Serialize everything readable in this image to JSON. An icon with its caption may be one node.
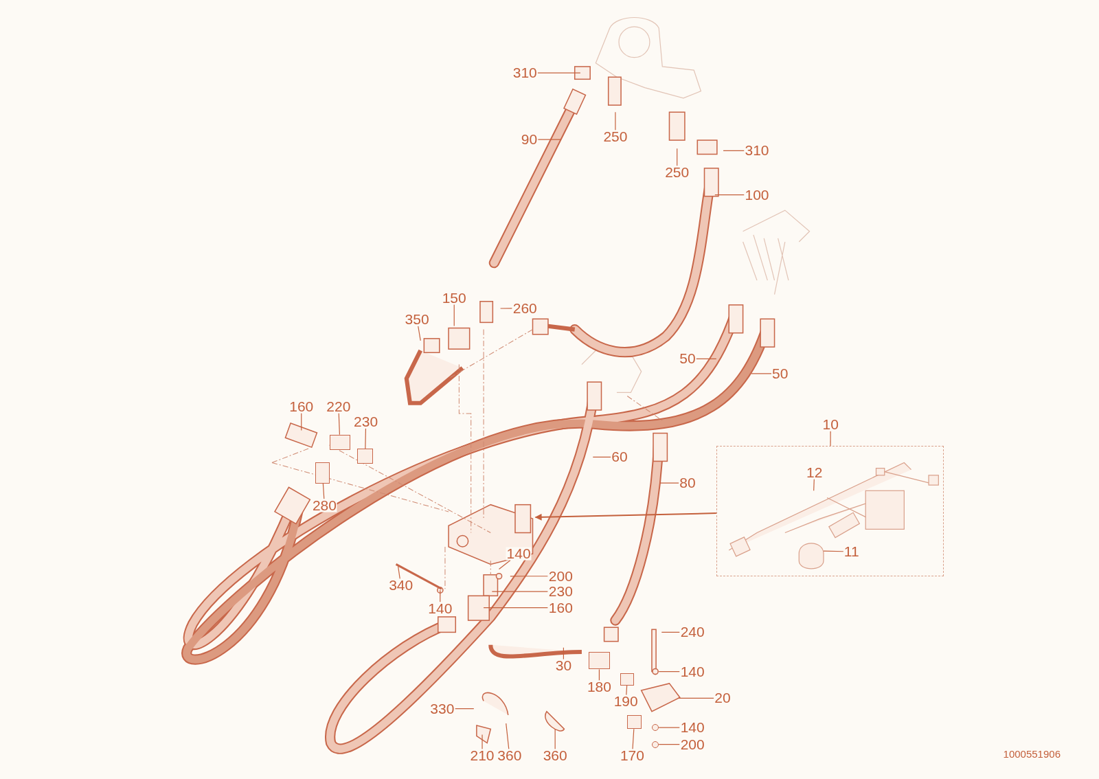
{
  "diagram": {
    "nodes": [
      {
        "text": [
          "310"
        ]
      },
      {
        "text": [
          "90"
        ]
      },
      {
        "text": [
          "250"
        ]
      },
      {
        "text": [
          "310"
        ]
      },
      {
        "text": [
          "250"
        ]
      },
      {
        "text": [
          "100"
        ]
      },
      {
        "text": [
          "150"
        ]
      },
      {
        "text": [
          "260"
        ]
      },
      {
        "text": [
          "350"
        ]
      },
      {
        "text": [
          "50"
        ]
      },
      {
        "text": [
          "50"
        ]
      },
      {
        "text": [
          "160"
        ]
      },
      {
        "text": [
          "220"
        ]
      },
      {
        "text": [
          "230"
        ]
      },
      {
        "text": [
          "10"
        ]
      },
      {
        "text": [],
        "shape": "box"
      },
      {
        "text": [
          "60"
        ]
      },
      {
        "text": [
          "12"
        ],
        "in": 15
      },
      {
        "text": [
          "80"
        ]
      },
      {
        "text": [
          "280"
        ]
      },
      {
        "text": [
          "11"
        ],
        "in": 15
      },
      {
        "text": [
          "140"
        ]
      },
      {
        "text": [
          "200"
        ]
      },
      {
        "text": [
          "340"
        ]
      },
      {
        "text": [
          "230"
        ]
      },
      {
        "text": [
          "140"
        ]
      },
      {
        "text": [
          "160"
        ]
      },
      {
        "text": [
          "240"
        ]
      },
      {
        "text": [
          "30"
        ]
      },
      {
        "text": [
          "140"
        ]
      },
      {
        "text": [
          "180"
        ]
      },
      {
        "text": [
          "20"
        ]
      },
      {
        "text": [
          "190"
        ]
      },
      {
        "text": [
          "330"
        ]
      },
      {
        "text": [
          "140"
        ]
      },
      {
        "text": [
          "200"
        ]
      },
      {
        "text": [
          "210"
        ]
      },
      {
        "text": [
          "360"
        ]
      },
      {
        "text": [
          "360"
        ]
      },
      {
        "text": [
          "170"
        ]
      },
      {
        "text": [],
        "shape": "box"
      },
      {
        "text": [],
        "shape": "box"
      },
      {
        "text": [],
        "shape": "box"
      },
      {
        "text": [],
        "shape": "box"
      },
      {
        "text": [],
        "shape": "circle"
      },
      {
        "text": [],
        "shape": "box"
      },
      {
        "text": [],
        "shape": "circle"
      },
      {
        "text": [],
        "shape": "box"
      }
    ],
    "edges": [
      {
        "from": 0,
        "to": null,
        "arrow": "none"
      },
      {
        "from": 1,
        "to": null,
        "arrow": "none"
      },
      {
        "from": 2,
        "to": null,
        "arrow": "none"
      },
      {
        "from": 3,
        "to": null,
        "arrow": "none"
      },
      {
        "from": 4,
        "to": null,
        "arrow": "none"
      },
      {
        "from": 5,
        "to": null,
        "arrow": "none"
      },
      {
        "from": 6,
        "to": null,
        "arrow": "none"
      },
      {
        "from": 7,
        "to": null,
        "arrow": "none"
      },
      {
        "from": 8,
        "to": null,
        "arrow": "none"
      },
      {
        "from": 9,
        "to": null,
        "arrow": "none"
      },
      {
        "from": 10,
        "to": null,
        "arrow": "none"
      },
      {
        "from": 11,
        "to": null,
        "arrow": "none"
      },
      {
        "from": 12,
        "to": 40,
        "arrow": "none"
      },
      {
        "from": 13,
        "to": 41,
        "arrow": "none"
      },
      {
        "from": 14,
        "to": 15,
        "arrow": "none"
      },
      {
        "from": 16,
        "to": null,
        "arrow": "none"
      },
      {
        "from": 17,
        "to": null,
        "arrow": "none"
      },
      {
        "from": 18,
        "to": null,
        "arrow": "none"
      },
      {
        "from": 19,
        "to": 47,
        "arrow": "none"
      },
      {
        "from": 20,
        "to": null,
        "arrow": "none"
      },
      {
        "from": 21,
        "to": null,
        "arrow": "none"
      },
      {
        "from": 22,
        "to": null,
        "arrow": "none"
      },
      {
        "from": 23,
        "to": null,
        "arrow": "none"
      },
      {
        "from": 24,
        "to": null,
        "arrow": "none"
      },
      {
        "from": 25,
        "to": null,
        "arrow": "none"
      },
      {
        "from": 26,
        "to": null,
        "arrow": "none"
      },
      {
        "from": 27,
        "to": null,
        "arrow": "none"
      },
      {
        "from": 28,
        "to": null,
        "arrow": "none"
      },
      {
        "from": 29,
        "to": null,
        "arrow": "none"
      },
      {
        "from": 30,
        "to": 45,
        "arrow": "none"
      },
      {
        "from": 31,
        "to": null,
        "arrow": "none"
      },
      {
        "from": 32,
        "to": 42,
        "arrow": "none"
      },
      {
        "from": 33,
        "to": null,
        "arrow": "none"
      },
      {
        "from": 34,
        "to": 44,
        "arrow": "none"
      },
      {
        "from": 35,
        "to": 46,
        "arrow": "none"
      },
      {
        "from": 36,
        "to": null,
        "arrow": "none"
      },
      {
        "from": 37,
        "to": null,
        "arrow": "none"
      },
      {
        "from": 38,
        "to": null,
        "arrow": "none"
      },
      {
        "from": 39,
        "to": 43,
        "arrow": "none"
      },
      {
        "from": 15,
        "to": null,
        "arrow": "to"
      }
    ],
    "labels": [
      "1000551906"
    ]
  }
}
